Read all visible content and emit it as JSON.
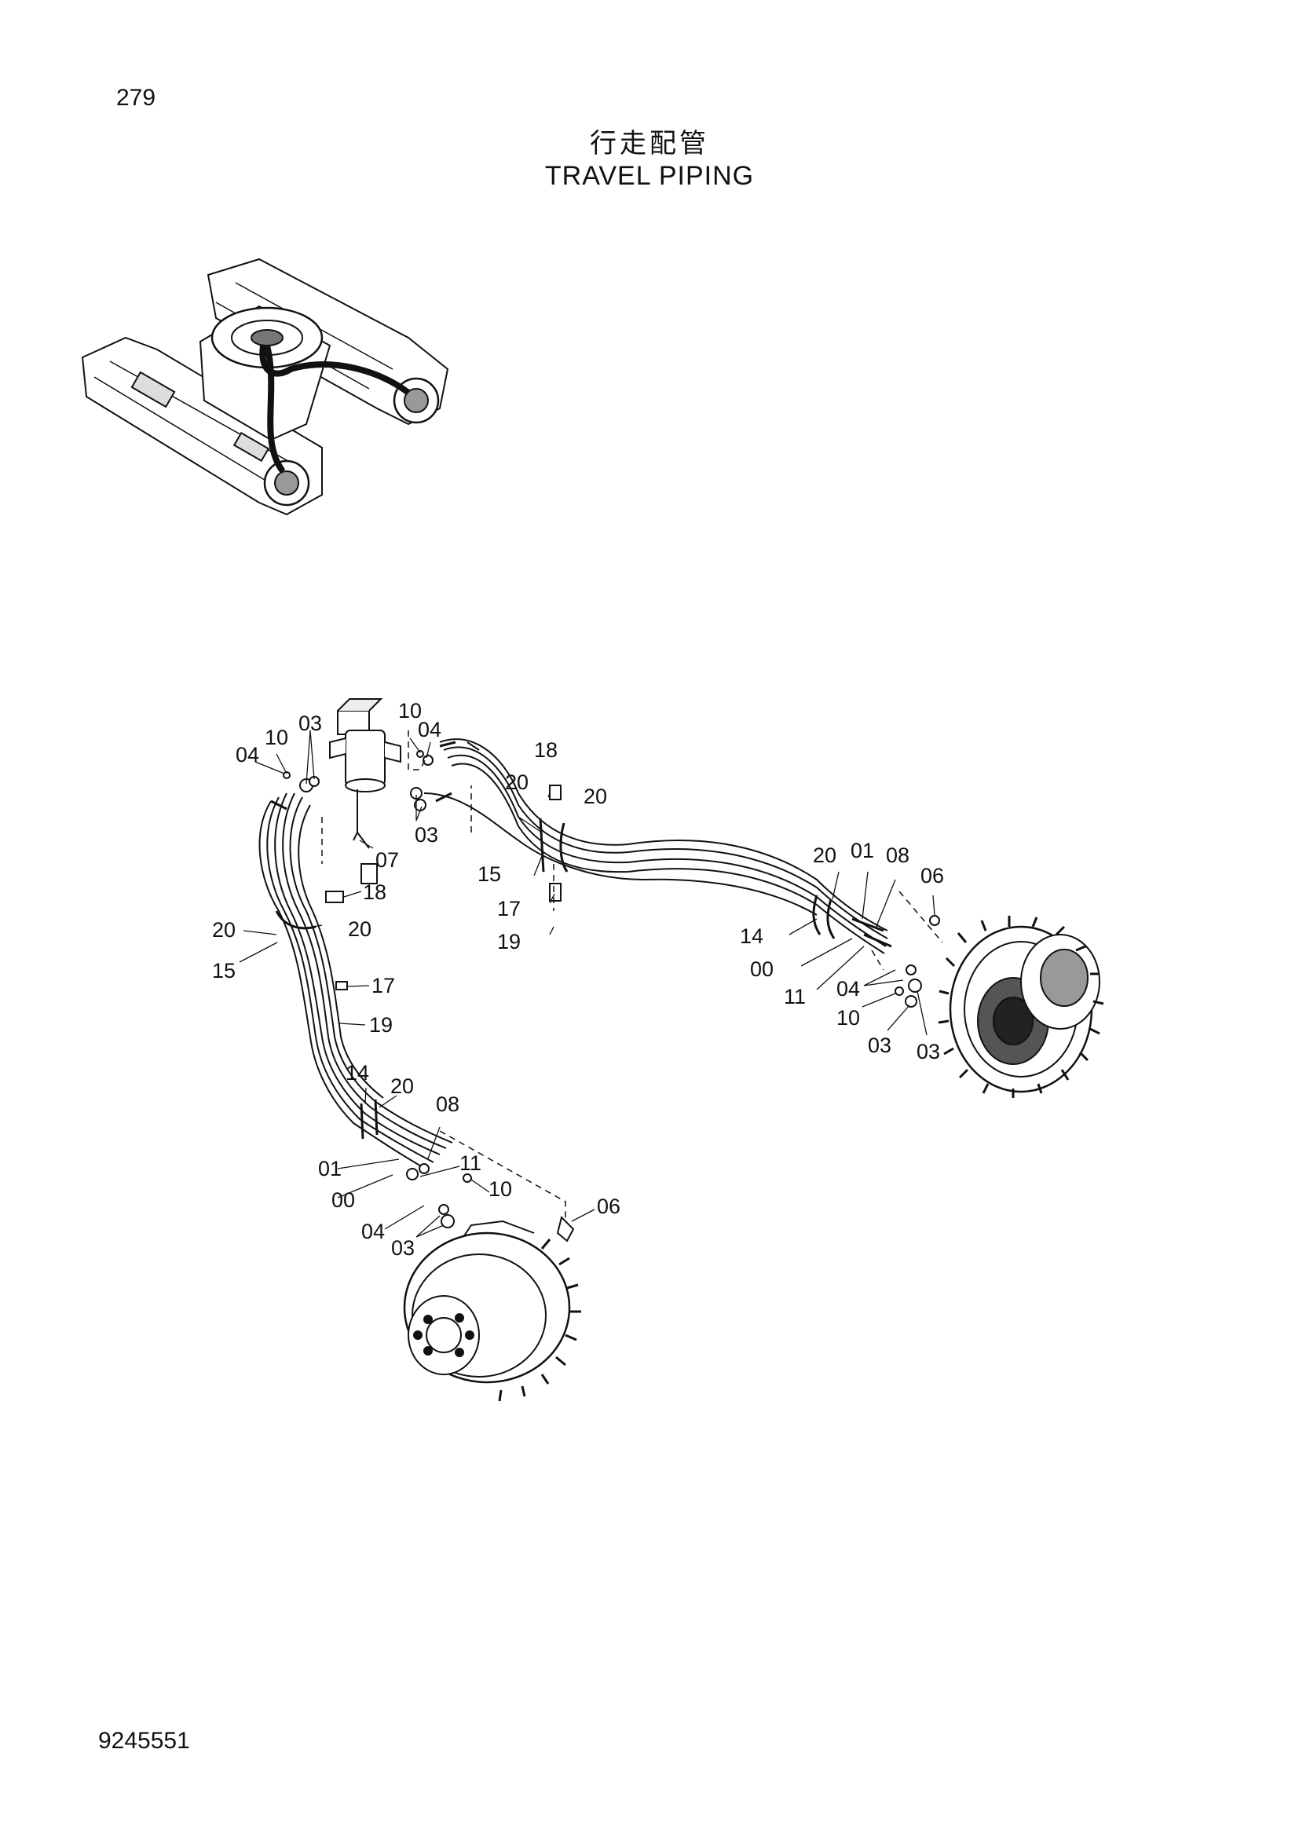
{
  "page_number": "279",
  "title_cn": "行走配管",
  "title_en": "TRAVEL PIPING",
  "doc_number": "9245551",
  "callouts": [
    {
      "id": "c1",
      "text": "10"
    },
    {
      "id": "c2",
      "text": "03"
    },
    {
      "id": "c3",
      "text": "04"
    },
    {
      "id": "c4",
      "text": "10"
    },
    {
      "id": "c5",
      "text": "04"
    },
    {
      "id": "c6",
      "text": "03"
    },
    {
      "id": "c7",
      "text": "07"
    },
    {
      "id": "c8",
      "text": "18"
    },
    {
      "id": "c9",
      "text": "20"
    },
    {
      "id": "c10",
      "text": "15"
    },
    {
      "id": "c11",
      "text": "20"
    },
    {
      "id": "c12",
      "text": "17"
    },
    {
      "id": "c13",
      "text": "19"
    },
    {
      "id": "c14",
      "text": "18"
    },
    {
      "id": "c15",
      "text": "20"
    },
    {
      "id": "c16",
      "text": "20"
    },
    {
      "id": "c17",
      "text": "15"
    },
    {
      "id": "c18",
      "text": "17"
    },
    {
      "id": "c19",
      "text": "19"
    },
    {
      "id": "c20",
      "text": "20"
    },
    {
      "id": "c21",
      "text": "01"
    },
    {
      "id": "c22",
      "text": "08"
    },
    {
      "id": "c23",
      "text": "06"
    },
    {
      "id": "c24",
      "text": "14"
    },
    {
      "id": "c25",
      "text": "00"
    },
    {
      "id": "c26",
      "text": "11"
    },
    {
      "id": "c27",
      "text": "04"
    },
    {
      "id": "c28",
      "text": "10"
    },
    {
      "id": "c29",
      "text": "03"
    },
    {
      "id": "c30",
      "text": "03"
    },
    {
      "id": "c31",
      "text": "14"
    },
    {
      "id": "c32",
      "text": "20"
    },
    {
      "id": "c33",
      "text": "08"
    },
    {
      "id": "c34",
      "text": "01"
    },
    {
      "id": "c35",
      "text": "11"
    },
    {
      "id": "c36",
      "text": "00"
    },
    {
      "id": "c37",
      "text": "10"
    },
    {
      "id": "c38",
      "text": "04"
    },
    {
      "id": "c39",
      "text": "03"
    },
    {
      "id": "c40",
      "text": "06"
    }
  ]
}
